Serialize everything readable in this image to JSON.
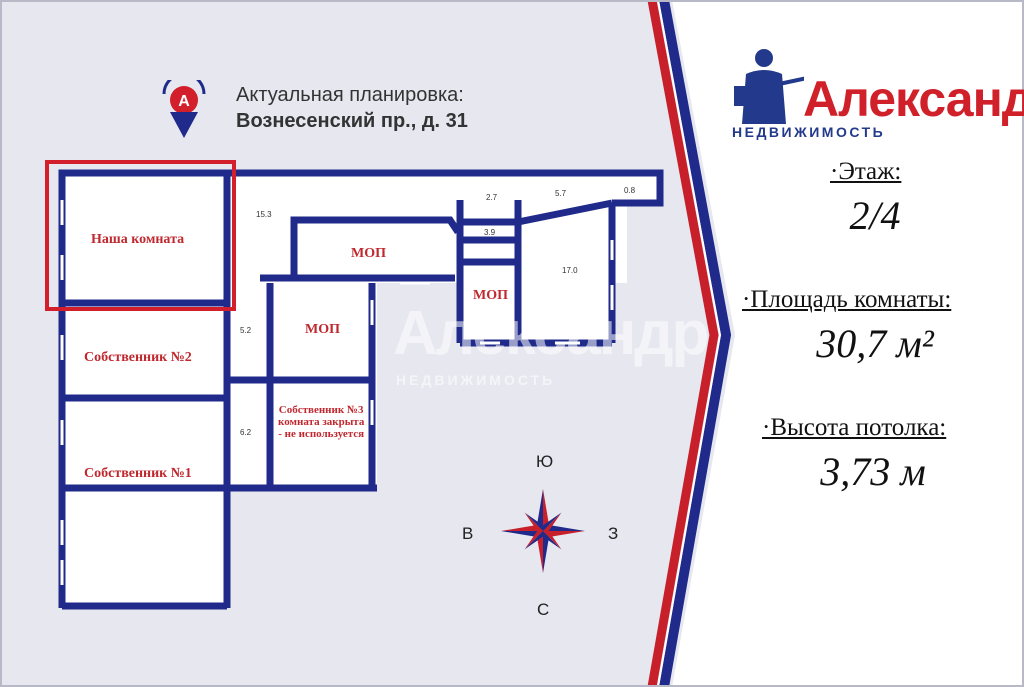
{
  "header": {
    "line1": "Актуальная планировка:",
    "line2": "Вознесенский пр., д. 31"
  },
  "logo_badge": {
    "letter": "А",
    "icon": "location-pin-icon"
  },
  "brand": {
    "name": "Александр",
    "subtitle": "НЕДВИЖИМОСТЬ",
    "color": "#d0202a",
    "sub_color": "#233a8c"
  },
  "info": {
    "floor_label": "·Этаж:",
    "floor_value": "2/4",
    "area_label": "·Площадь комнаты:",
    "area_value": "30,7 м²",
    "height_label": "·Высота потолка:",
    "height_value": "3,73 м"
  },
  "rooms": {
    "our_room": "Наша комната",
    "owner2": "Собственник №2",
    "owner1": "Собственник №1",
    "owner3_line1": "Собственник №3",
    "owner3_line2": "комната закрыта",
    "owner3_line3": "- не используется",
    "mop1": "МОП",
    "mop2": "МОП",
    "mop3": "МОП"
  },
  "areas": {
    "a153": "15.3",
    "a52": "5.2",
    "a62": "6.2",
    "a27": "2.7",
    "a57": "5.7",
    "a08": "0.8",
    "a39": "3.9",
    "a170": "17.0"
  },
  "compass": {
    "north": "Ю",
    "south": "С",
    "west": "В",
    "east": "З"
  },
  "watermark": {
    "name": "Александр",
    "subtitle": "НЕДВИЖИМОСТЬ"
  },
  "colors": {
    "background": "#e6e7ef",
    "wall": "#1f2a8a",
    "highlight": "#d21f2b",
    "panel": "#ffffff",
    "stripe_red": "#c8202a",
    "stripe_blue": "#1f2a8a"
  }
}
